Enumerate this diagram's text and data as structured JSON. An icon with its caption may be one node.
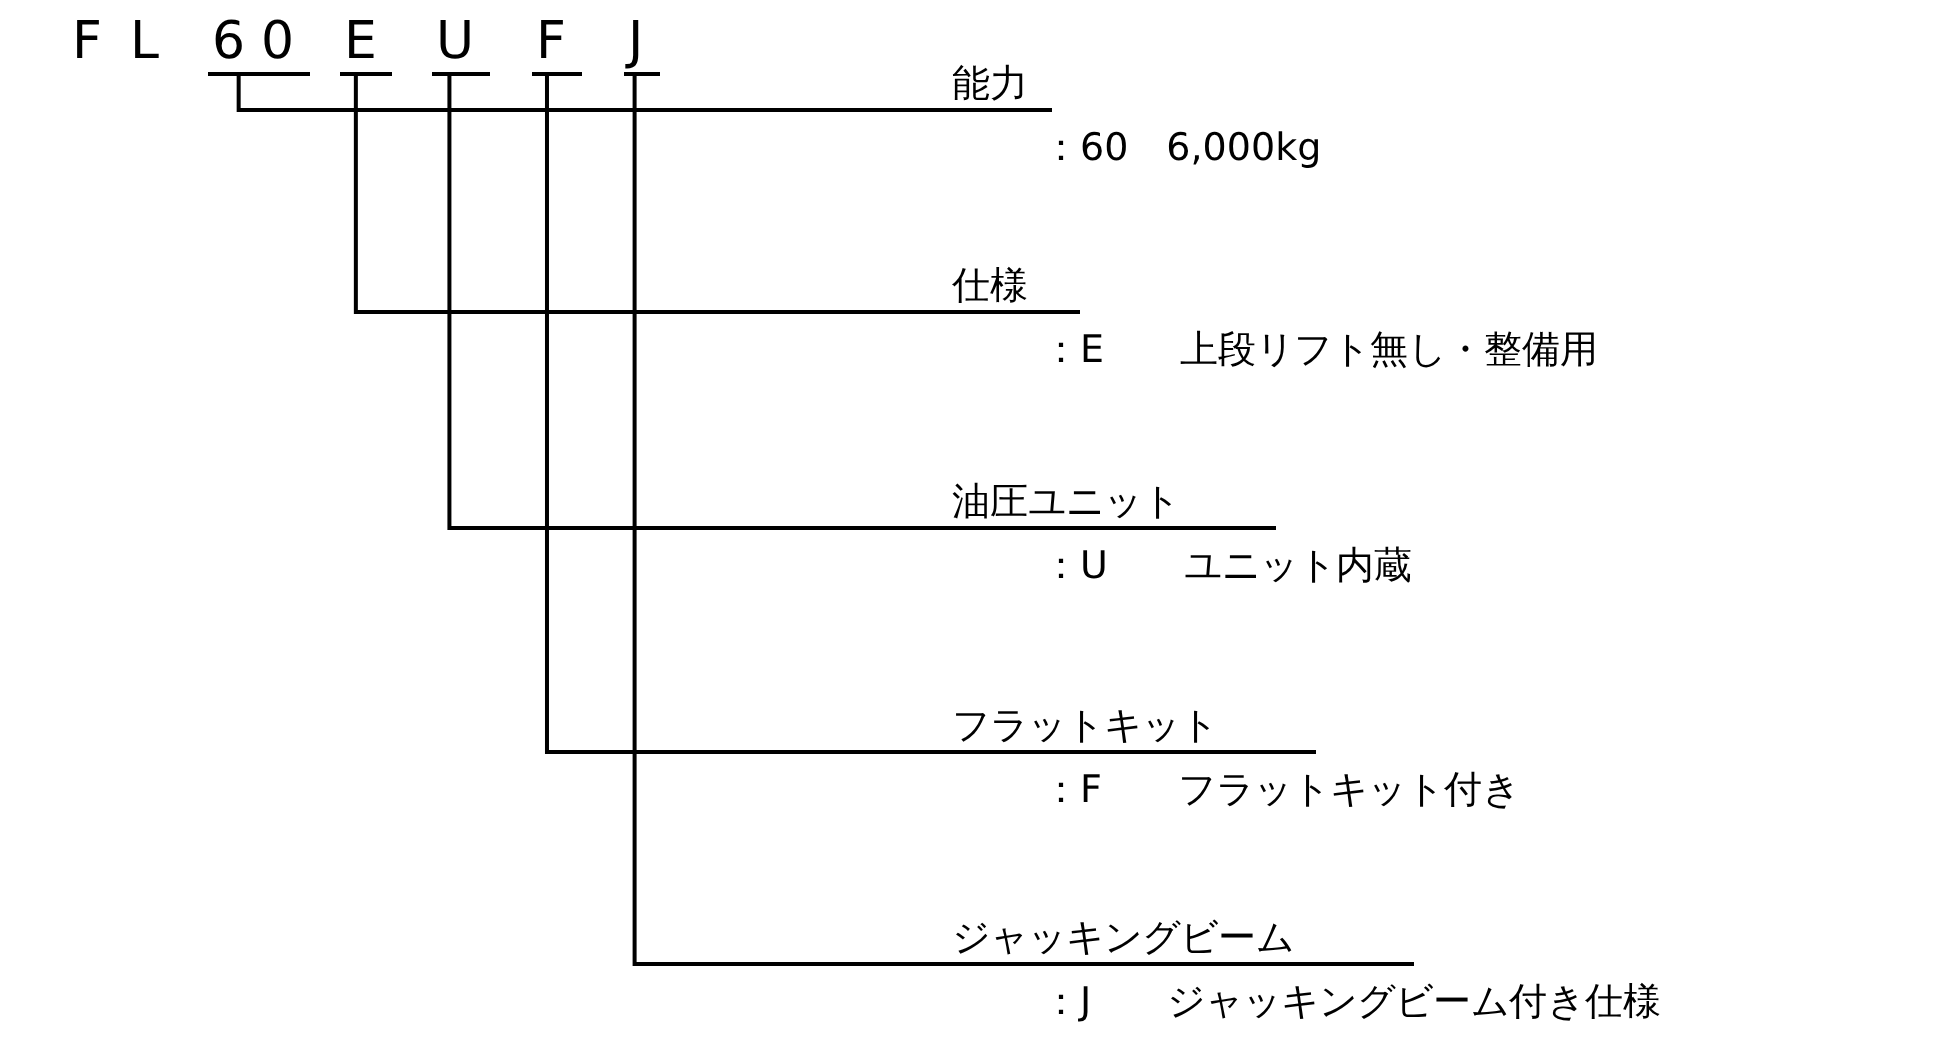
{
  "diagram": {
    "nodes": [
      {
        "text": [
          "60"
        ]
      },
      {
        "text": [
          "E"
        ]
      },
      {
        "text": [
          "U"
        ]
      },
      {
        "text": [
          "F"
        ]
      },
      {
        "text": [
          "J"
        ]
      },
      {
        "text": [
          "能力",
          "：60　6,000kg"
        ]
      },
      {
        "text": [
          "仕様",
          "：E　　上段リフト無し・整備用"
        ]
      },
      {
        "text": [
          "油圧ユニット",
          "：U　　ユニット内蔵"
        ]
      },
      {
        "text": [
          "フラットキット",
          "：F　　フラットキット付き"
        ]
      },
      {
        "text": [
          "ジャッキングビーム",
          "：J　　ジャッキングビーム付き仕様"
        ]
      }
    ],
    "edges": [
      {
        "from": 0,
        "to": 5,
        "arrow": "none"
      },
      {
        "from": 1,
        "to": 6,
        "arrow": "none"
      },
      {
        "from": 2,
        "to": 7,
        "arrow": "none"
      },
      {
        "from": 3,
        "to": 8,
        "arrow": "none"
      },
      {
        "from": 4,
        "to": 9,
        "arrow": "none"
      }
    ],
    "labels": [
      "FL"
    ]
  }
}
